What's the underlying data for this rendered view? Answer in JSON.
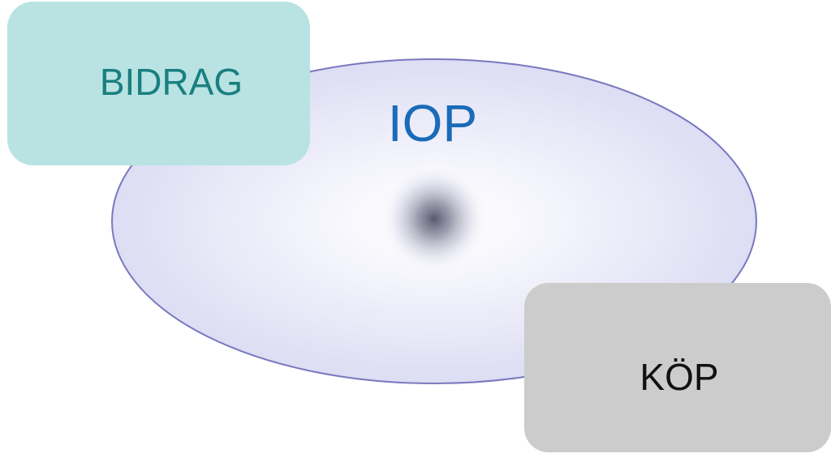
{
  "diagram": {
    "center": {
      "label": "IOP",
      "label_color": "#1a6bb8",
      "fill_color": "#d9d9f2",
      "stroke_color": "#7a78bf",
      "core_color": "#5a5870"
    },
    "boxes": [
      {
        "id": "bidrag",
        "label": "BIDRAG",
        "fill_color": "#b9e3e3",
        "label_color": "#1a7f7f"
      },
      {
        "id": "kop",
        "label": "KÖP",
        "fill_color": "#cccccc",
        "label_color": "#111111"
      }
    ]
  }
}
